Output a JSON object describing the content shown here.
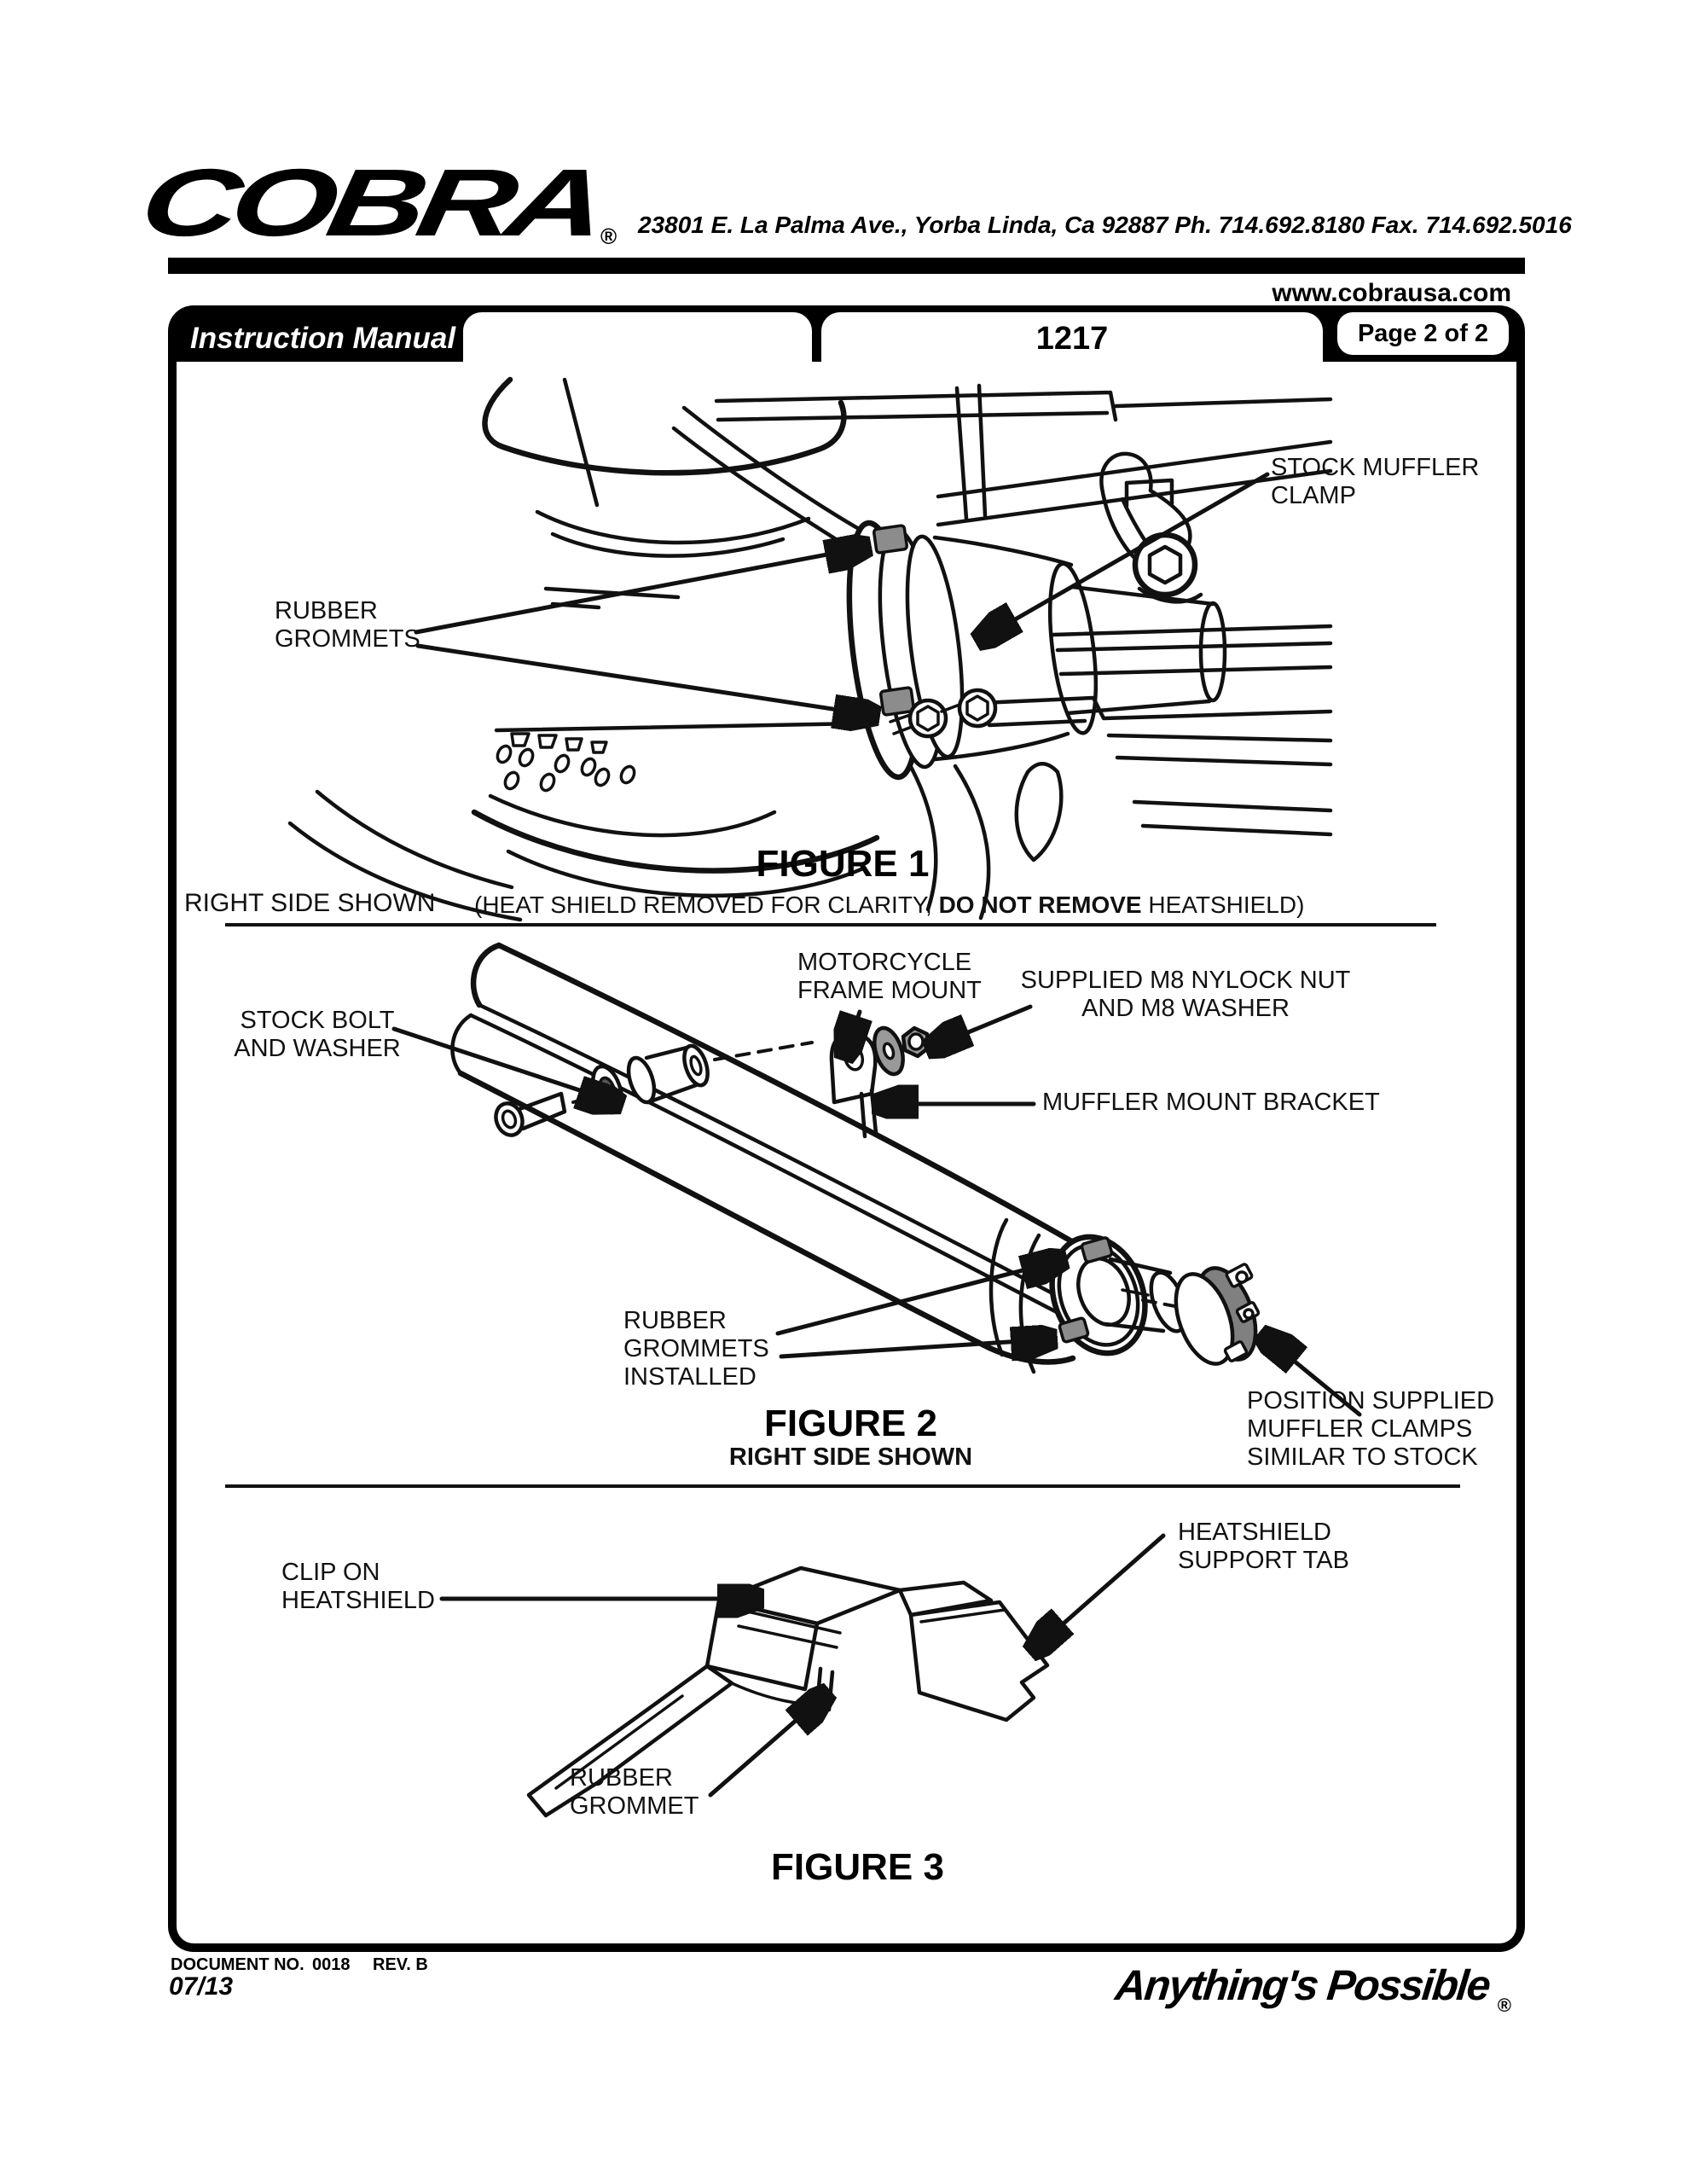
{
  "header": {
    "logo_text": "COBRA",
    "registered_mark": "®",
    "address": "23801 E. La Palma Ave., Yorba Linda, Ca 92887 Ph. 714.692.8180  Fax. 714.692.5016",
    "website": "www.cobrausa.com"
  },
  "title_bar": {
    "manual_label": "Instruction Manual >",
    "part_number": "1217",
    "page_indicator": "Page 2 of 2"
  },
  "figure1": {
    "caption": "FIGURE 1",
    "side_note": "RIGHT SIDE SHOWN",
    "clarity_note_prefix": "(HEAT SHIELD REMOVED FOR CLARITY, ",
    "clarity_note_bold": "DO NOT REMOVE",
    "clarity_note_suffix": " HEATSHIELD)",
    "labels": {
      "stock_muffler_clamp": "STOCK MUFFLER CLAMP",
      "rubber_grommets": "RUBBER GROMMETS"
    }
  },
  "figure2": {
    "caption": "FIGURE 2",
    "side_note": "RIGHT SIDE SHOWN",
    "labels": {
      "motorcycle_frame_mount": "MOTORCYCLE FRAME MOUNT",
      "supplied_m8": "SUPPLIED M8 NYLOCK NUT AND M8 WASHER",
      "stock_bolt": "STOCK BOLT AND WASHER",
      "muffler_mount_bracket": "MUFFLER MOUNT BRACKET",
      "rubber_grommets_installed": "RUBBER GROMMETS INSTALLED",
      "position_supplied": "POSITION SUPPLIED MUFFLER CLAMPS SIMILAR TO STOCK"
    }
  },
  "figure3": {
    "caption": "FIGURE 3",
    "labels": {
      "clip_on_heatshield": "CLIP ON HEATSHIELD",
      "heatshield_support_tab": "HEATSHIELD SUPPORT TAB",
      "rubber_grommet": "RUBBER GROMMET"
    }
  },
  "footer": {
    "document_label": "DOCUMENT NO.",
    "document_number": "0018",
    "revision": "REV. B",
    "date": "07/13",
    "tagline": "Anything's Possible",
    "registered_mark": "®"
  },
  "colors": {
    "ink": "#111111",
    "grommet_gray": "#8c8c8c",
    "clamp_gray": "#808080",
    "hardware_gray": "#999999",
    "washer_dark": "#555555"
  }
}
